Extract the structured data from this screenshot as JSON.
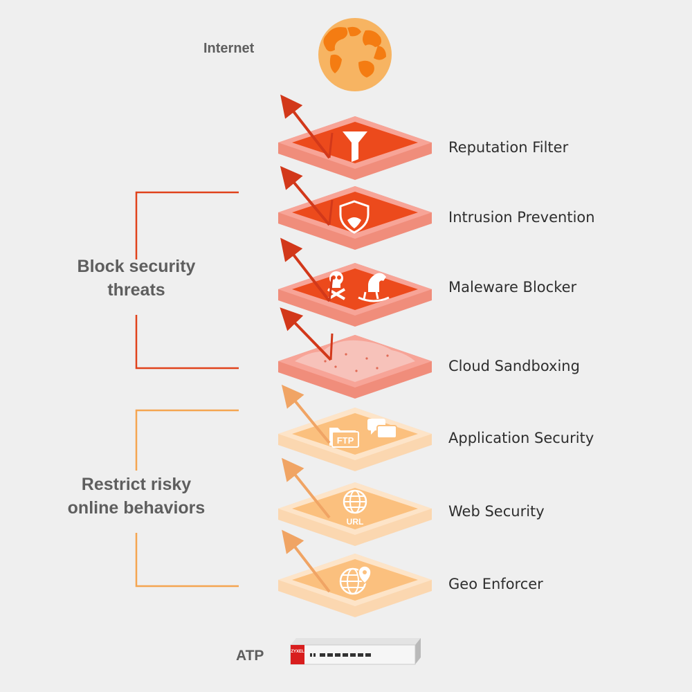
{
  "top_label": "Internet",
  "groups": [
    {
      "label_line1": "Block security",
      "label_line2": "threats",
      "color": "#e0421b"
    },
    {
      "label_line1": "Restrict risky",
      "label_line2": "online behaviors",
      "color": "#f5a550"
    }
  ],
  "layers": [
    {
      "label": "Reputation Filter",
      "icon": "funnel-icon",
      "group": 0
    },
    {
      "label": "Intrusion Prevention",
      "icon": "shield-icon",
      "group": 0
    },
    {
      "label": "Maleware Blocker",
      "icon": "skull-trojan-horse-icon",
      "group": 0
    },
    {
      "label": "Cloud Sandboxing",
      "icon": "sand-icon",
      "group": 0
    },
    {
      "label": "Application Security",
      "icon": "ftp-chat-icon",
      "group": 1
    },
    {
      "label": "Web Security",
      "icon": "globe-url-icon",
      "group": 1
    },
    {
      "label": "Geo Enforcer",
      "icon": "geo-globe-icon",
      "group": 1
    }
  ],
  "icon_text": {
    "ftp": "FTP",
    "url": "URL"
  },
  "device": {
    "label": "ATP",
    "brand": "ZYXEL"
  },
  "colors": {
    "block": "#e0421b",
    "restrict": "#f5a550",
    "globe": "#f7a53c",
    "globe_land": "#f47c12"
  }
}
